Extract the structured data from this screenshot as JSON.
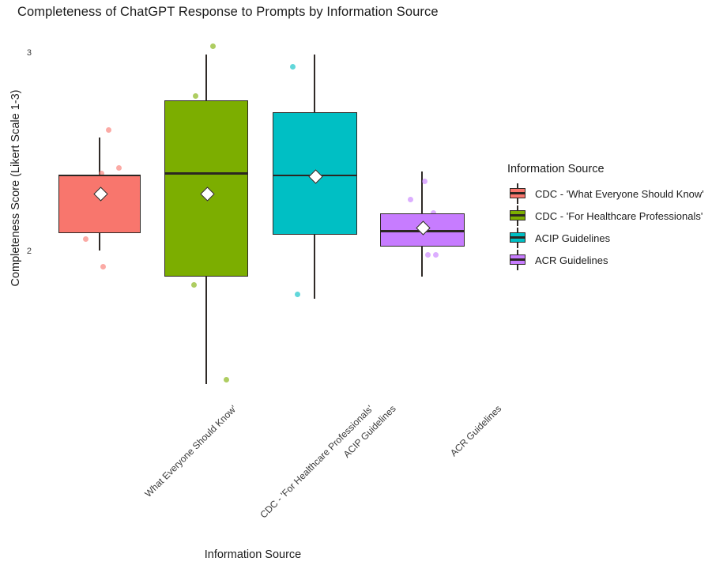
{
  "chart_data": {
    "type": "box",
    "title": "Completeness of ChatGPT Response to Prompts by Information Source",
    "xlabel": "Information Source",
    "ylabel": "Completeness Score (Likert Scale 1-3)",
    "legend_title": "Information Source",
    "legend_position": "right",
    "grid": false,
    "yticks": [
      "2",
      "3"
    ],
    "ytick_values": [
      2,
      3
    ],
    "ylim": [
      1.3,
      3.15
    ],
    "categories": [
      "CDC - 'What Everyone Should Know'",
      "CDC - 'For Healthcare Professionals'",
      "ACIP Guidelines",
      "ACR Guidelines"
    ],
    "xtick_labels": [
      "What Everyone Should Know'",
      "CDC - 'For Healthcare Professionals'",
      "ACIP Guidelines",
      "ACR Guidelines"
    ],
    "colors": [
      "#F8766D",
      "#7CAE00",
      "#00BFC4",
      "#C77CFF"
    ],
    "boxes": [
      {
        "name": "CDC - 'What Everyone Should Know'",
        "color": "#F8766D",
        "whisker_low": 2.01,
        "q1": 2.1,
        "median": 2.39,
        "q3": 2.39,
        "whisker_high": 2.58,
        "mean": 2.3,
        "points": [
          2.62,
          2.43,
          2.4,
          2.07,
          1.93
        ]
      },
      {
        "name": "CDC - 'For Healthcare Professionals'",
        "color": "#7CAE00",
        "whisker_low": 1.34,
        "q1": 1.88,
        "median": 2.4,
        "q3": 2.77,
        "whisker_high": 3.0,
        "mean": 2.3,
        "points": [
          3.04,
          2.79,
          1.84,
          1.36
        ]
      },
      {
        "name": "ACIP Guidelines",
        "color": "#00BFC4",
        "whisker_low": 1.77,
        "q1": 2.09,
        "median": 2.39,
        "q3": 2.71,
        "whisker_high": 3.0,
        "mean": 2.39,
        "points": [
          2.94,
          1.79
        ]
      },
      {
        "name": "ACR Guidelines",
        "color": "#C77CFF",
        "whisker_low": 1.88,
        "q1": 2.03,
        "median": 2.11,
        "q3": 2.2,
        "whisker_high": 2.41,
        "mean": 2.13,
        "points": [
          2.36,
          2.27,
          2.2,
          1.99,
          1.99
        ]
      }
    ],
    "legend_entries": [
      "CDC - 'What Everyone Should Know'",
      "CDC - 'For Healthcare Professionals'",
      "ACIP Guidelines",
      "ACR Guidelines"
    ]
  }
}
